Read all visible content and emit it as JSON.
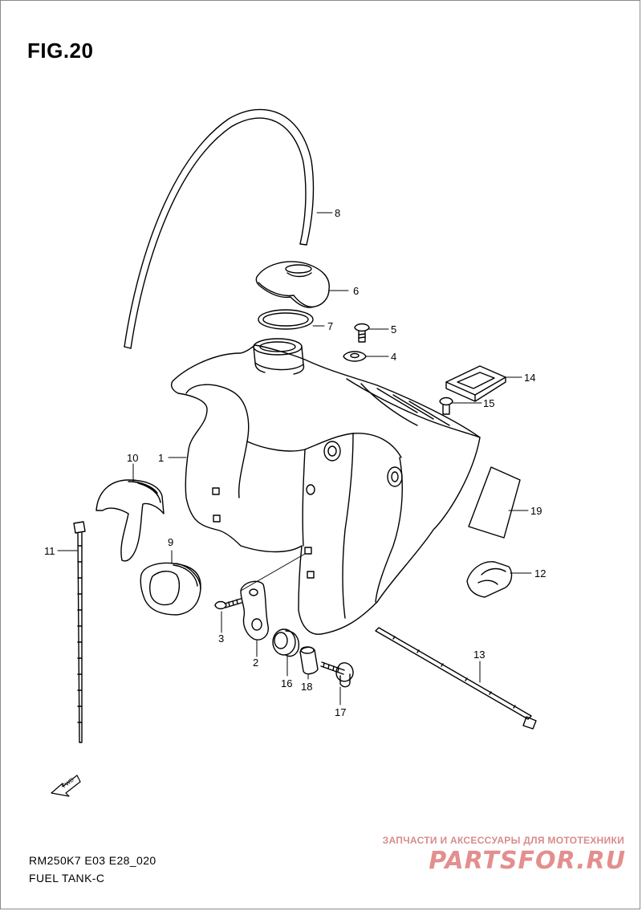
{
  "figure": {
    "title": "FIG.20",
    "model_code": "RM250K7 E03 E28_020",
    "section": "FUEL TANK-C"
  },
  "fwd_label": "FWD",
  "callouts": [
    {
      "id": "1",
      "label": "1"
    },
    {
      "id": "2",
      "label": "2"
    },
    {
      "id": "3",
      "label": "3"
    },
    {
      "id": "4",
      "label": "4"
    },
    {
      "id": "5",
      "label": "5"
    },
    {
      "id": "6",
      "label": "6"
    },
    {
      "id": "7",
      "label": "7"
    },
    {
      "id": "8",
      "label": "8"
    },
    {
      "id": "9",
      "label": "9"
    },
    {
      "id": "10",
      "label": "10"
    },
    {
      "id": "11",
      "label": "11"
    },
    {
      "id": "12",
      "label": "12"
    },
    {
      "id": "13",
      "label": "13"
    },
    {
      "id": "14",
      "label": "14"
    },
    {
      "id": "15",
      "label": "15"
    },
    {
      "id": "16",
      "label": "16"
    },
    {
      "id": "17",
      "label": "17"
    },
    {
      "id": "18",
      "label": "18"
    },
    {
      "id": "19",
      "label": "19"
    }
  ],
  "watermark": {
    "tagline": "ЗАПЧАСТИ И АКСЕССУАРЫ ДЛЯ МОТОТЕХНИКИ",
    "logo": "PARTSFOR.RU"
  }
}
